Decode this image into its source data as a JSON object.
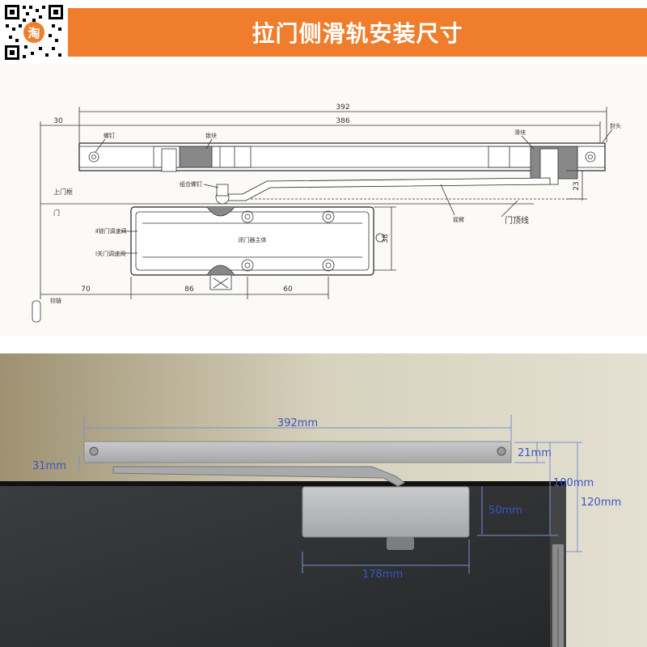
{
  "header": {
    "title": "拉门侧滑轨安装尺寸",
    "qr_badge_char": "淘",
    "qr_icon": "qr-code-icon"
  },
  "drawing": {
    "dim_total": "392",
    "dim_inner": "386",
    "dim_left_offset": "30",
    "dim_right_offset": "23",
    "dim_body_height": "38",
    "dim_left_70": "70",
    "dim_mid_86": "86",
    "dim_right_60": "60",
    "label_screw": "螺钉",
    "label_lock_block": "锁块",
    "label_slide_block": "滑块",
    "label_end_cap": "封头",
    "label_combo_screw": "组合螺钉",
    "label_upper_frame": "上门框",
    "label_door": "门",
    "label_valve_2": "Ⅱ锁门调速阀",
    "label_valve_1": "Ⅰ关门调速阀",
    "label_body": "闭门器主体",
    "label_rocker_arm": "摇臂",
    "label_door_top_line": "门顶线",
    "label_hinge": "铰链"
  },
  "photo": {
    "dim_392": "392mm",
    "dim_21": "21mm",
    "dim_31": "31mm",
    "dim_100": "100mm",
    "dim_120": "120mm",
    "dim_50": "50mm",
    "dim_178": "178mm"
  }
}
